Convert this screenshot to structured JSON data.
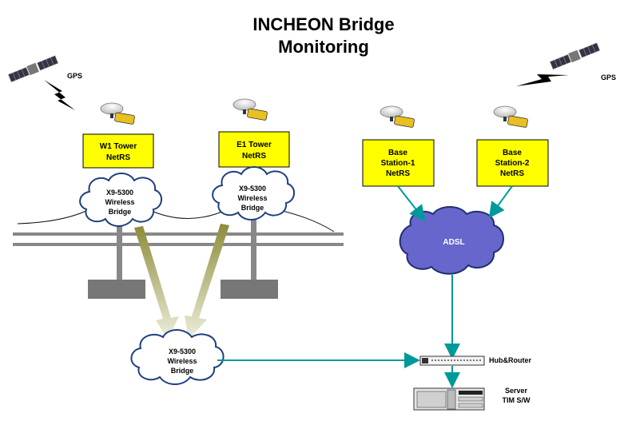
{
  "title": {
    "line1": "INCHEON Bridge",
    "line2": "Monitoring"
  },
  "gps": {
    "left_label": "GPS",
    "right_label": "GPS"
  },
  "stations": {
    "w1": [
      "W1 Tower",
      "NetRS"
    ],
    "e1": [
      "E1 Tower",
      "NetRS"
    ],
    "base1": [
      "Base",
      "Station-1",
      "NetRS"
    ],
    "base2": [
      "Base",
      "Station-2",
      "NetRS"
    ]
  },
  "clouds": {
    "bridge_left": [
      "X9-5300",
      "Wireless",
      "Bridge"
    ],
    "bridge_right": [
      "X9-5300",
      "Wireless",
      "Bridge"
    ],
    "bridge_bottom": [
      "X9-5300",
      "Wireless",
      "Bridge"
    ],
    "adsl": "ADSL"
  },
  "devices": {
    "hub_router": "Hub&Router",
    "server": [
      "Server",
      "TIM S/W"
    ]
  },
  "colors": {
    "station_fill": "#ffff00",
    "cloud_stroke": "#1f3f7f",
    "adsl_fill": "#6666cc",
    "link_teal": "#009999",
    "wireless_beam": "#9a9a55",
    "bridge_gray": "#888888"
  }
}
